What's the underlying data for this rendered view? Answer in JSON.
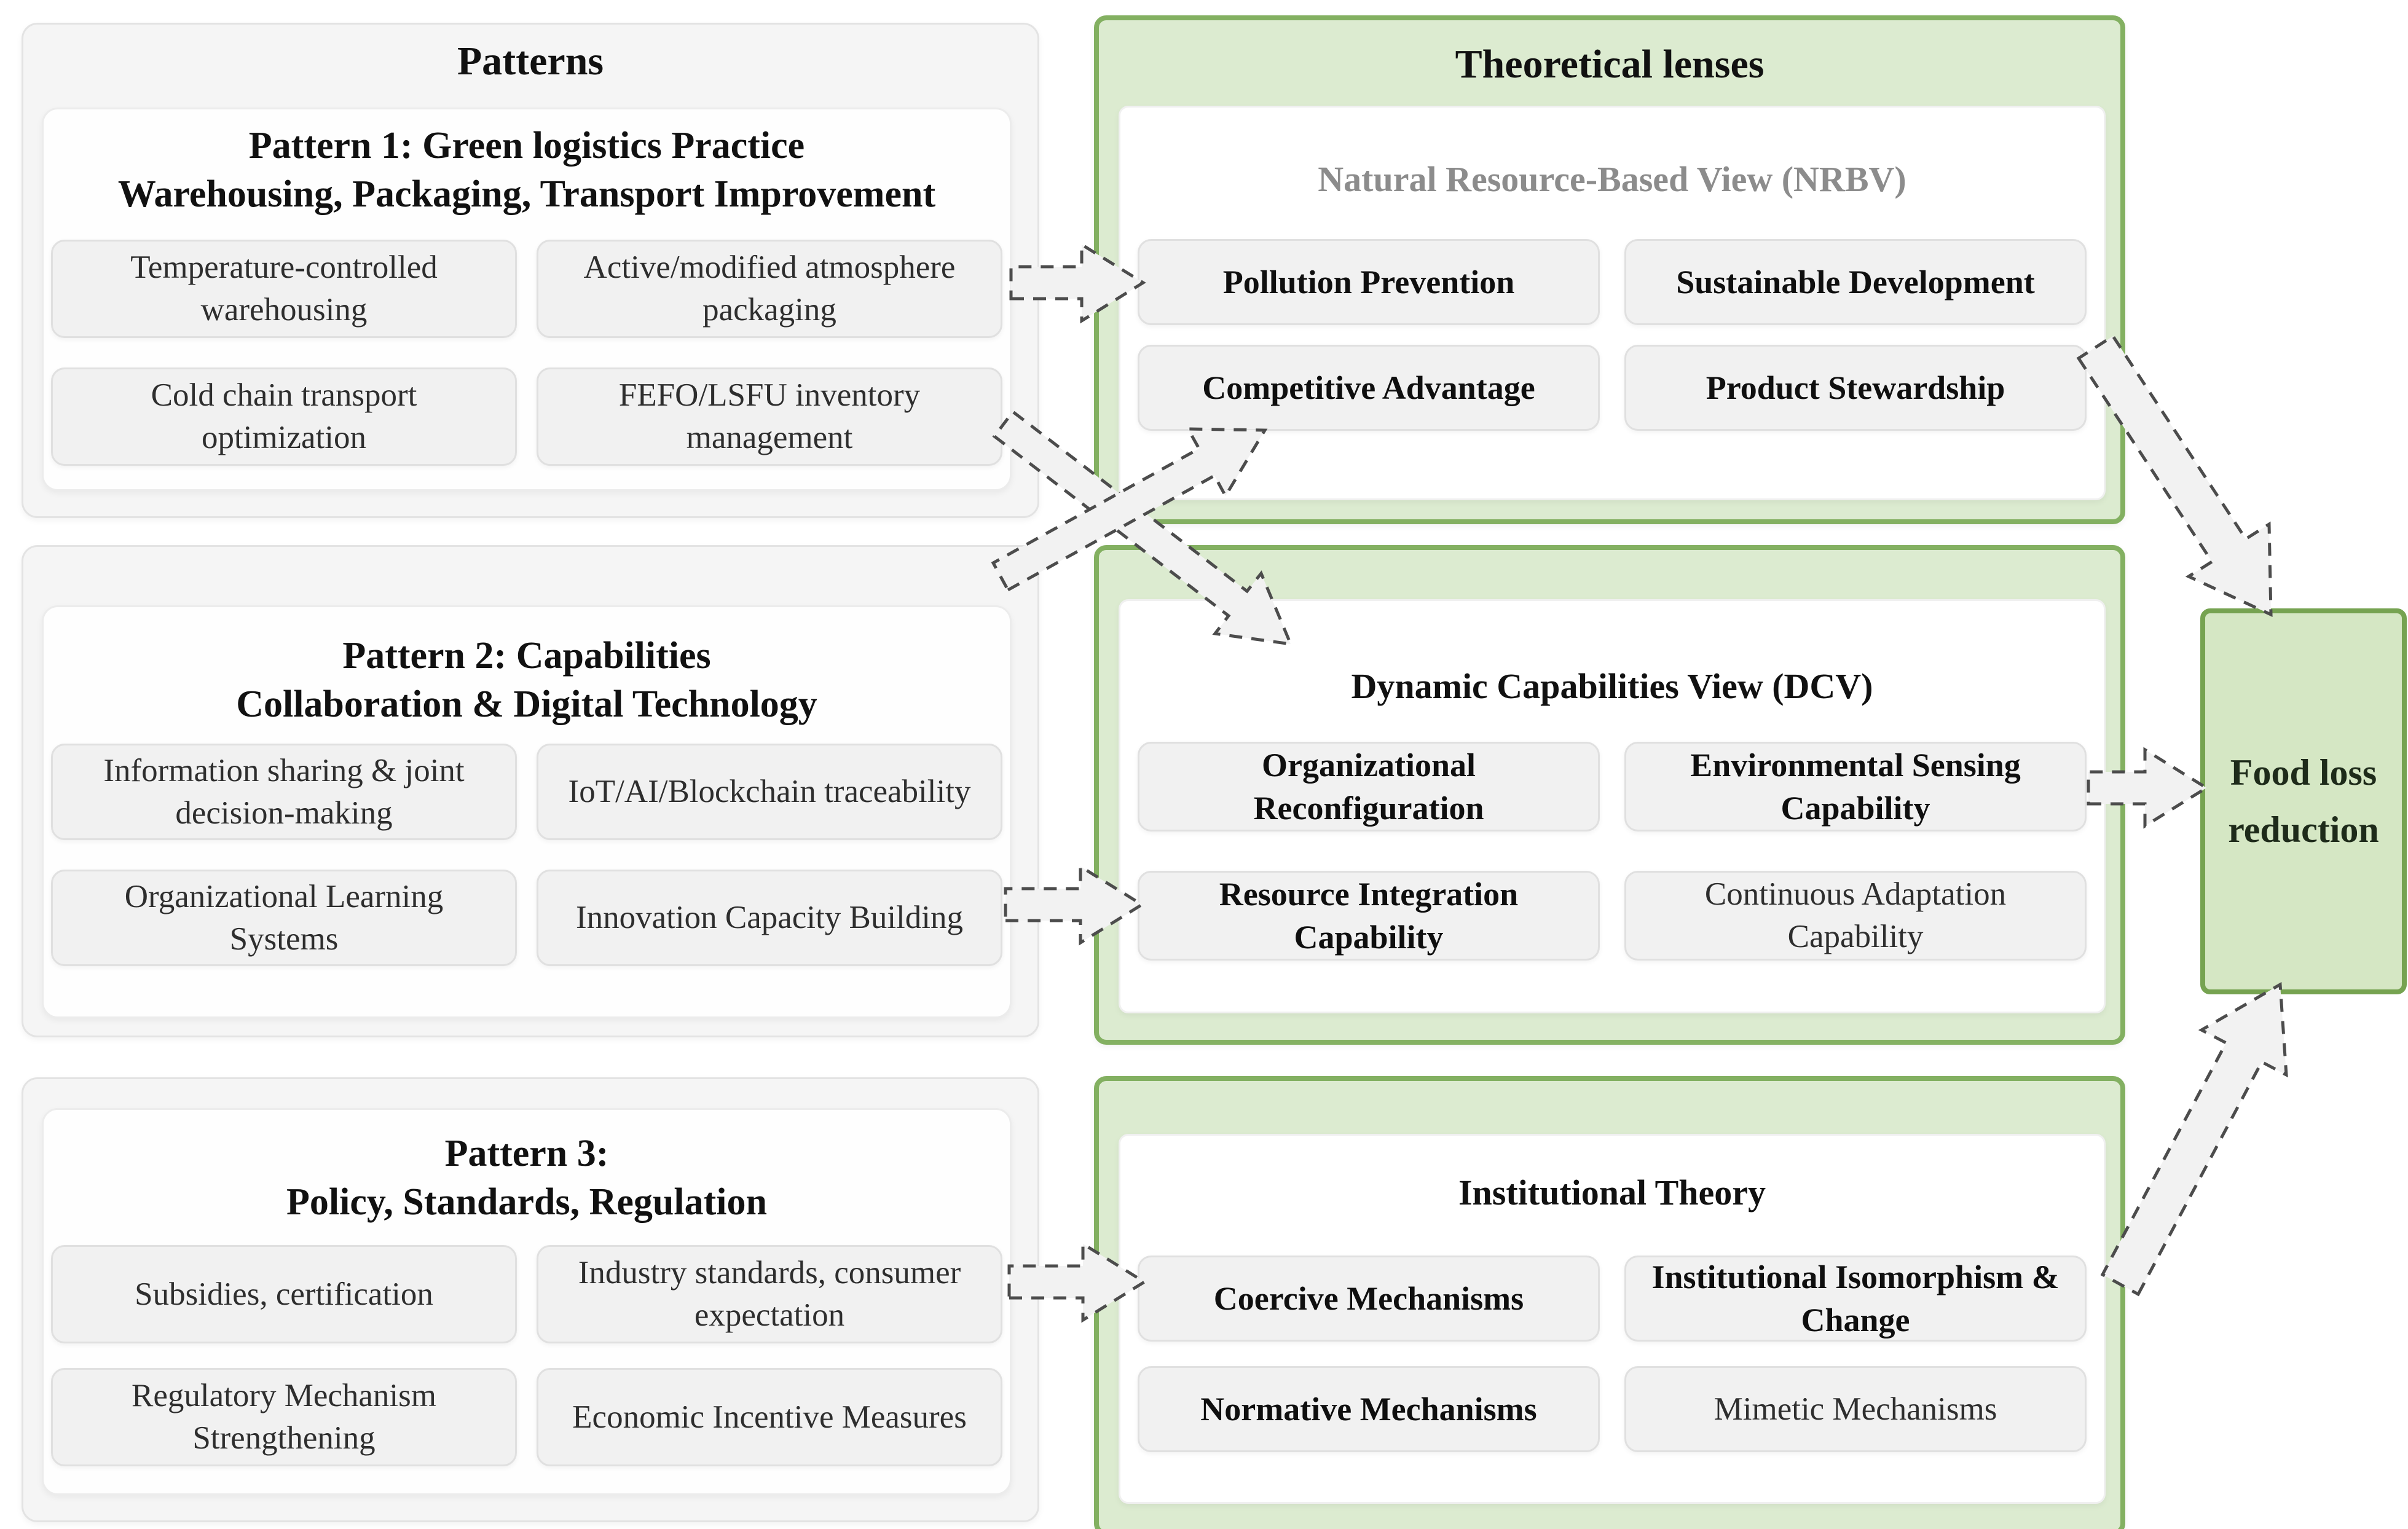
{
  "patterns_column": {
    "header": "Patterns",
    "patterns": [
      {
        "id": "pattern1",
        "title_lines": [
          "Pattern 1: Green logistics Practice",
          "Warehousing, Packaging, Transport Improvement"
        ],
        "items": [
          {
            "label": "Temperature-controlled warehousing",
            "bold": false
          },
          {
            "label": "Active/modified atmosphere packaging",
            "bold": false
          },
          {
            "label": "Cold chain transport optimization",
            "bold": false
          },
          {
            "label": "FEFO/LSFU inventory management",
            "bold": false
          }
        ]
      },
      {
        "id": "pattern2",
        "title_lines": [
          "Pattern 2: Capabilities",
          "Collaboration & Digital Technology"
        ],
        "items": [
          {
            "label": "Information sharing & joint decision-making",
            "bold": false
          },
          {
            "label": "IoT/AI/Blockchain traceability",
            "bold": false
          },
          {
            "label": "Organizational Learning Systems",
            "bold": false
          },
          {
            "label": "Innovation Capacity Building",
            "bold": false
          }
        ]
      },
      {
        "id": "pattern3",
        "title_lines": [
          "Pattern 3:",
          "Policy, Standards, Regulation"
        ],
        "items": [
          {
            "label": "Subsidies, certification",
            "bold": false
          },
          {
            "label": "Industry standards, consumer expectation",
            "bold": false
          },
          {
            "label": "Regulatory Mechanism Strengthening",
            "bold": false
          },
          {
            "label": "Economic Incentive Measures",
            "bold": false
          }
        ]
      }
    ]
  },
  "theories_column": {
    "header": "Theoretical lenses",
    "theories": [
      {
        "id": "nrbv",
        "title": "Natural Resource-Based View (NRBV)",
        "title_gray": true,
        "items": [
          {
            "label": "Pollution Prevention",
            "bold": true
          },
          {
            "label": "Sustainable Development",
            "bold": true
          },
          {
            "label": "Competitive Advantage",
            "bold": true
          },
          {
            "label": "Product Stewardship",
            "bold": true
          }
        ]
      },
      {
        "id": "dcv",
        "title": "Dynamic Capabilities View (DCV)",
        "title_gray": false,
        "items": [
          {
            "label": "Organizational Reconfiguration",
            "bold": true
          },
          {
            "label": "Environmental Sensing Capability",
            "bold": true
          },
          {
            "label": "Resource Integration Capability",
            "bold": true
          },
          {
            "label": "Continuous Adaptation Capability",
            "bold": false
          }
        ]
      },
      {
        "id": "institutional",
        "title": "Institutional Theory",
        "title_gray": false,
        "items": [
          {
            "label": "Coercive Mechanisms",
            "bold": true
          },
          {
            "label": "Institutional Isomorphism & Change",
            "bold": true
          },
          {
            "label": "Normative Mechanisms",
            "bold": true
          },
          {
            "label": "Mimetic Mechanisms",
            "bold": false
          }
        ]
      }
    ]
  },
  "outcome": {
    "label": "Food loss reduction"
  },
  "connections": [
    {
      "id": "p1-nrbv",
      "from": "pattern1",
      "to": "nrbv"
    },
    {
      "id": "p1-dcv",
      "from": "pattern1",
      "to": "dcv"
    },
    {
      "id": "p2-nrbv",
      "from": "pattern2",
      "to": "nrbv"
    },
    {
      "id": "p2-dcv",
      "from": "pattern2",
      "to": "dcv"
    },
    {
      "id": "p3-institutional",
      "from": "pattern3",
      "to": "institutional"
    },
    {
      "id": "nrbv-outcome",
      "from": "nrbv",
      "to": "outcome"
    },
    {
      "id": "dcv-outcome",
      "from": "dcv",
      "to": "outcome"
    },
    {
      "id": "institutional-outcome",
      "from": "institutional",
      "to": "outcome"
    }
  ],
  "colors": {
    "green_border": "#83b061",
    "green_fill": "#dcebd0",
    "outcome_border": "#76a351",
    "outcome_fill": "#d5e7c4",
    "panel_gray": "#f5f5f5",
    "subbox_gray": "#f1f1f1",
    "nrbv_title_gray": "#8c8c8c",
    "arrow_fill": "#f2f2f2",
    "arrow_stroke": "#4c4c4c"
  }
}
